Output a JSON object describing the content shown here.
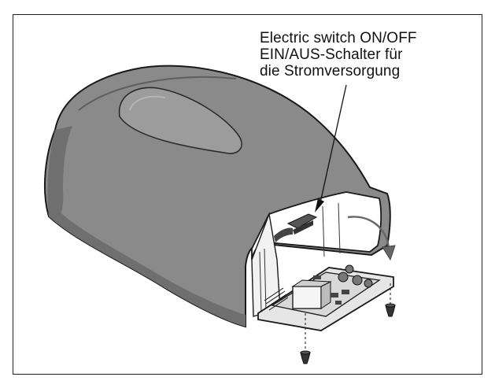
{
  "callout": {
    "line1": "Electric switch ON/OFF",
    "line2": "EIN/AUS-Schalter für",
    "line3": "die Stromversorgung"
  },
  "colors": {
    "housing": "#8a8a8a",
    "housing_shadow": "#6f6f6f",
    "housing_highlight": "#a9a9a9",
    "outline": "#1a1a1a",
    "interior": "#ffffff",
    "board": "#d9d9d9"
  },
  "icons": [
    "arrow-icon",
    "screw-icon"
  ]
}
